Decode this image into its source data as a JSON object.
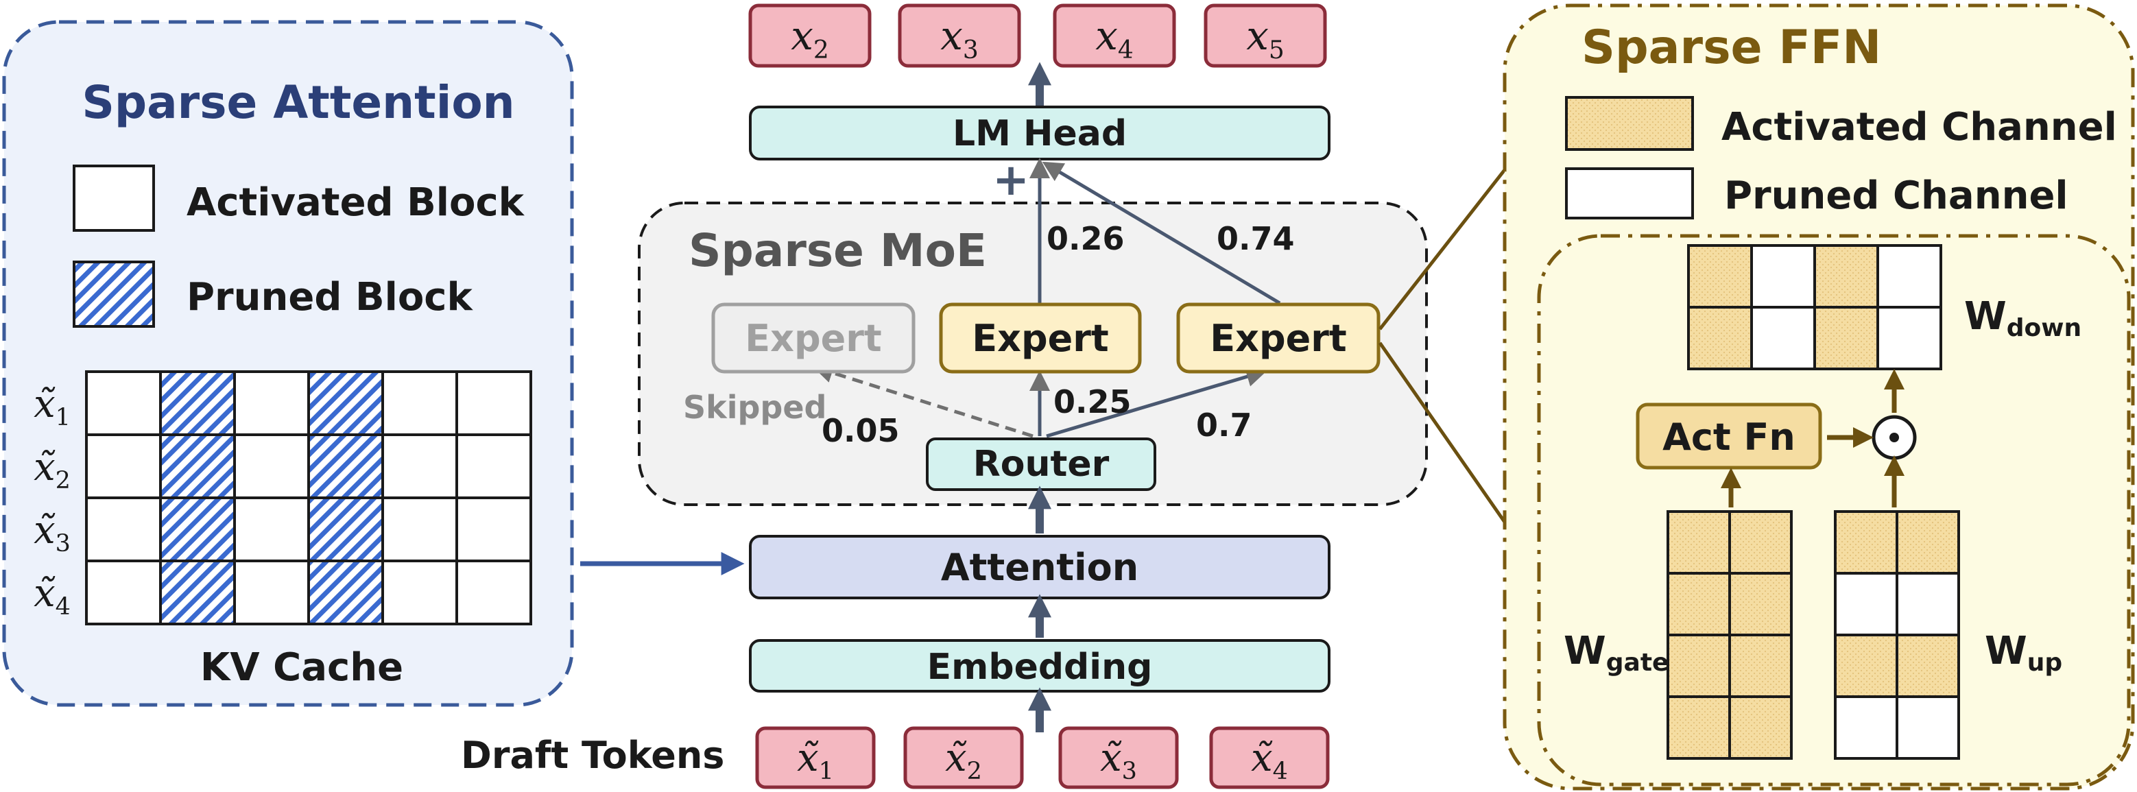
{
  "output_tokens": [
    {
      "var": "x",
      "sub": "2"
    },
    {
      "var": "x",
      "sub": "3"
    },
    {
      "var": "x",
      "sub": "4"
    },
    {
      "var": "x",
      "sub": "5"
    }
  ],
  "lm_head": "LM Head",
  "plus": "+",
  "attention": "Attention",
  "embedding": "Embedding",
  "draft_tokens_label": "Draft Tokens",
  "draft_tokens": [
    {
      "var": "x̃",
      "sub": "1"
    },
    {
      "var": "x̃",
      "sub": "2"
    },
    {
      "var": "x̃",
      "sub": "3"
    },
    {
      "var": "x̃",
      "sub": "4"
    }
  ],
  "moe": {
    "title": "Sparse MoE",
    "router": "Router",
    "expert_skipped": "Expert",
    "expert_1": "Expert",
    "expert_2": "Expert",
    "skipped_label": "Skipped",
    "weight_skipped": "0.05",
    "weight_1": "0.25",
    "weight_2": "0.7",
    "out_weight_1": "0.26",
    "out_weight_2": "0.74"
  },
  "attn_panel": {
    "title": "Sparse Attention",
    "legend_activated": "Activated Block",
    "legend_pruned": "Pruned Block",
    "row_labels": [
      {
        "var": "x̃",
        "sub": "1"
      },
      {
        "var": "x̃",
        "sub": "2"
      },
      {
        "var": "x̃",
        "sub": "3"
      },
      {
        "var": "x̃",
        "sub": "4"
      }
    ],
    "grid_cols": 6,
    "pruned_cols": [
      1,
      3
    ],
    "caption": "KV Cache"
  },
  "ffn_panel": {
    "title": "Sparse FFN",
    "legend_activated": "Activated Channel",
    "legend_pruned": "Pruned Channel",
    "act_fn": "Act Fn",
    "hadamard": "⊙",
    "w_down": {
      "base": "W",
      "sub": "down"
    },
    "w_gate": {
      "base": "W",
      "sub": "gate"
    },
    "w_up": {
      "base": "W",
      "sub": "up"
    },
    "w_down_activated_cols": [
      0,
      2
    ],
    "w_gate_all_activated": true,
    "w_up_activated_rows": [
      0,
      2
    ]
  },
  "colors": {
    "token_fill": "#f4b8c1",
    "token_stroke": "#8b2c3a",
    "cyan_fill": "#d4f2ef",
    "attention_fill": "#d6dcf2",
    "stroke_dark": "#1a1a1a",
    "arrow": "#4a5870",
    "blue_panel_fill": "#edf2fb",
    "blue_dash": "#3a5a9a",
    "blue_title": "#2b3f78",
    "blue_hatch": "#3a6ad0",
    "moe_fill": "#f2f2f2",
    "expert_fill": "#fdf0c8",
    "expert_stroke": "#8a6d17",
    "skipped_gray": "#9a9a9a",
    "ffn_fill": "#fdfbe2",
    "ffn_stroke": "#7a5a10",
    "ffn_title": "#7a5a10",
    "channel_fill": "#f5dda2"
  }
}
